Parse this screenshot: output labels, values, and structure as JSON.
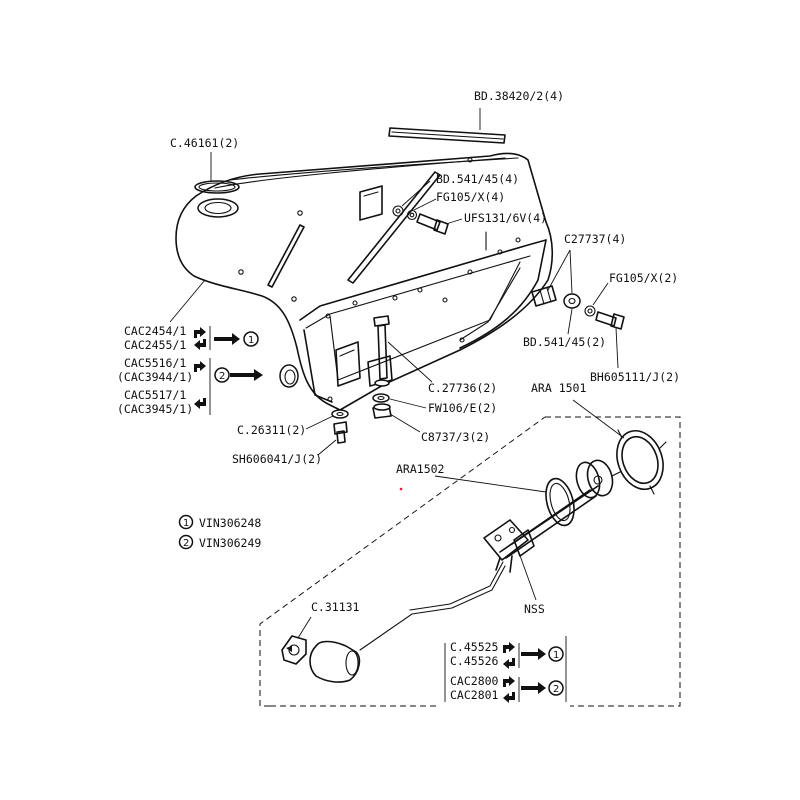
{
  "labels": {
    "bd38420": "BD.38420/2(4)",
    "c46161": "C.46161(2)",
    "bd541_top": "BD.541/45(4)",
    "fg105_top": "FG105/X(4)",
    "ufs131": "UFS131/6V(4)",
    "c27737": "C27737(4)",
    "fg105_right": "FG105/X(2)",
    "bd541_right": "BD.541/45(2)",
    "bh605111": "BH605111/J(2)",
    "c27736": "C.27736(2)",
    "fw106": "FW106/E(2)",
    "c8737": "C8737/3(2)",
    "c26311": "C.26311(2)",
    "sh606041": "SH606041/J(2)",
    "ara1501": "ARA 1501",
    "ara1502": "ARA1502",
    "nss": "NSS",
    "c31131": "C.31131"
  },
  "change_groups": {
    "tank_upper": {
      "left_part": "CAC2454/1",
      "right_part": "CAC2455/1",
      "ref": "1"
    },
    "tank_lower_a": {
      "left_part": "CAC5516/1",
      "right_part": "(CAC3944/1)",
      "ref": "2"
    },
    "tank_lower_b": {
      "left_part": "CAC5517/1",
      "right_part": "(CAC3945/1)"
    },
    "sender_a": {
      "left_part": "C.45525",
      "right_part": "C.45526",
      "ref": "1"
    },
    "sender_b": {
      "left_part": "CAC2800",
      "right_part": "CAC2801",
      "ref": "2"
    }
  },
  "legend": [
    {
      "num": "1",
      "text": "VIN306248"
    },
    {
      "num": "2",
      "text": "VIN306249"
    }
  ]
}
